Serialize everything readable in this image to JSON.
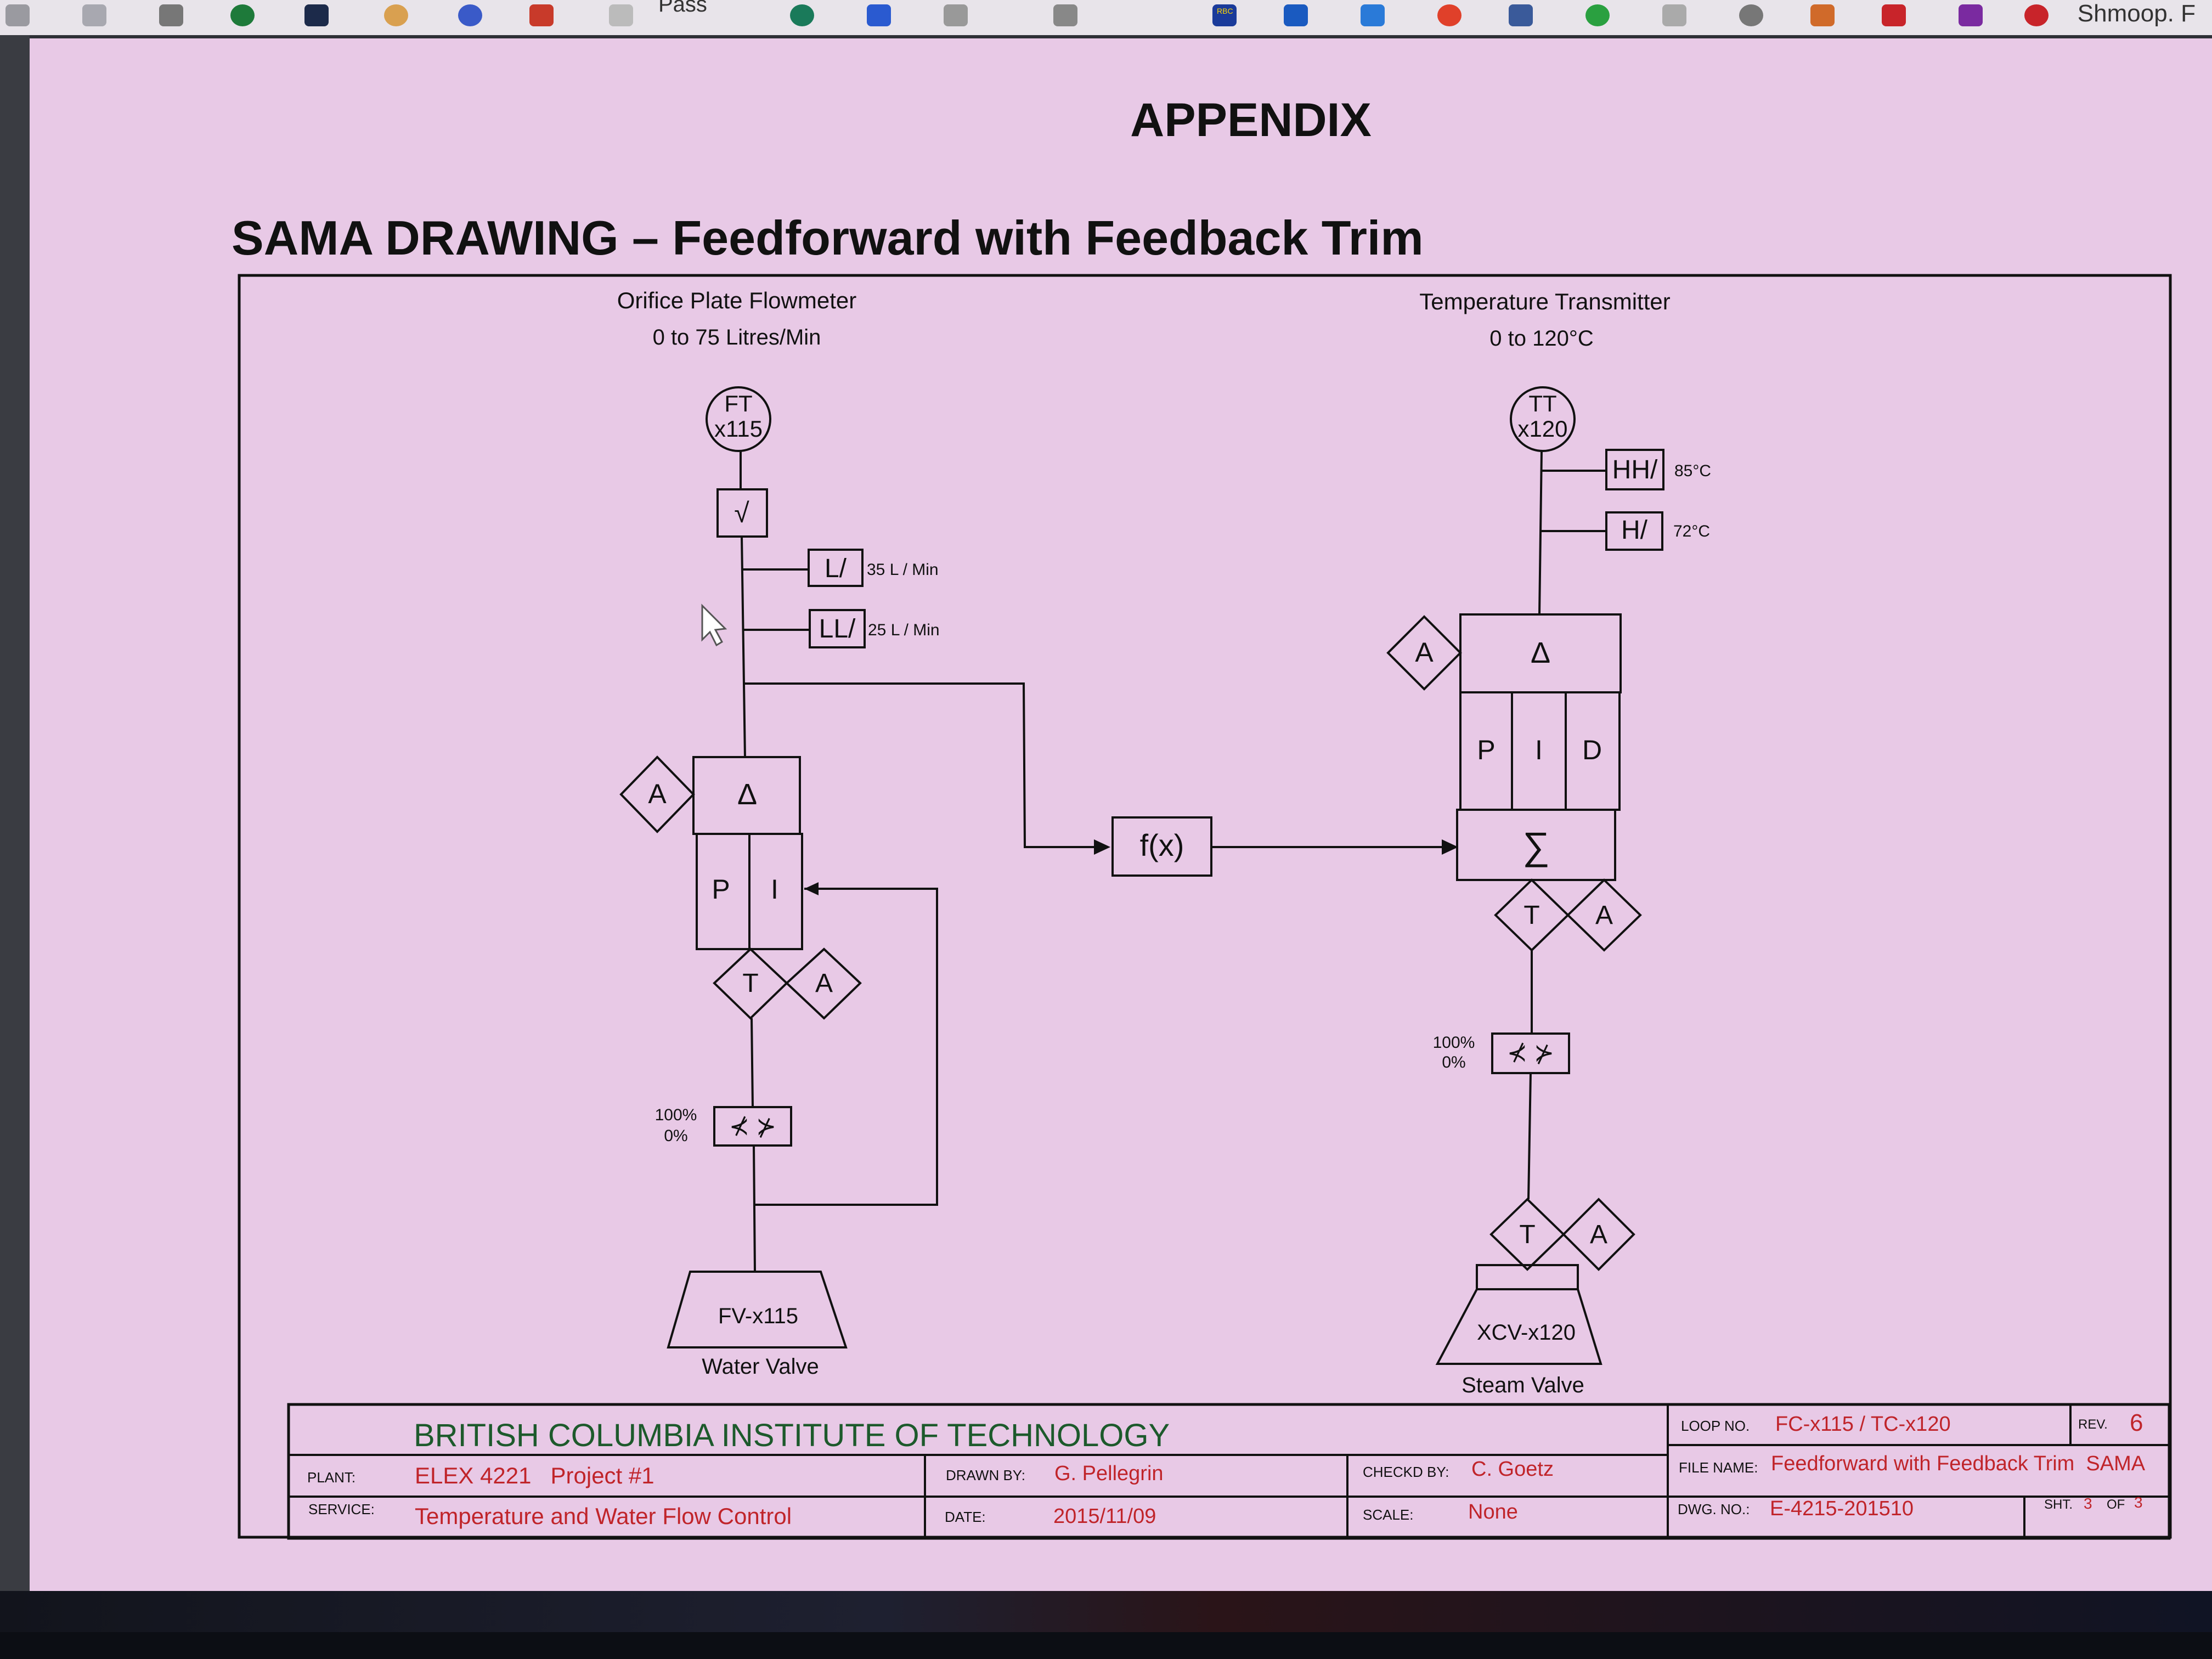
{
  "browser_toolbar": {
    "partial_text": "Shmoop. F",
    "icons": [
      "app-icon-1",
      "app-icon-2",
      "doc-icon",
      "app-icon-3",
      "app-icon-4",
      "app-icon-5",
      "chrome-icon",
      "app-icon-6",
      "doc-icon-2",
      "pass-label-icon",
      "app-icon-7",
      "app-icon-8",
      "app-icon-9",
      "app-icon-10",
      "app-icon-11",
      "rbc-icon",
      "app-icon-12",
      "app-icon-13",
      "app-icon-14",
      "facebook-icon",
      "whatsapp-icon",
      "app-icon-15",
      "apple-icon",
      "app-icon-16",
      "app-icon-17",
      "onenote-icon",
      "shmoop-icon"
    ],
    "pass_label": "Pass",
    "rbc_label": "RBC"
  },
  "page": {
    "heading": "APPENDIX",
    "title": "SAMA DRAWING – Feedforward with Feedback Trim"
  },
  "left_loop": {
    "instrument_title": "Orifice Plate Flowmeter",
    "instrument_range": "0 to 75 Litres/Min",
    "transmitter_tag_1": "FT",
    "transmitter_tag_2": "x115",
    "sqrt_symbol": "√",
    "low_alarm": "L/",
    "low_alarm_value": "35 L / Min",
    "lowlow_alarm": "LL/",
    "lowlow_alarm_value": "25 L / Min",
    "auto_label": "A",
    "delta_symbol": "Δ",
    "p_label": "P",
    "i_label": "I",
    "transfer_t": "T",
    "transfer_a": "A",
    "limit_high": "100%",
    "limit_low": "0%",
    "limiter_symbol": "⊀ ⊁",
    "valve_tag": "FV-x115",
    "valve_name": "Water Valve"
  },
  "function_block": {
    "label": "f(x)"
  },
  "right_loop": {
    "instrument_title": "Temperature Transmitter",
    "instrument_range": "0 to 120°C",
    "transmitter_tag_1": "TT",
    "transmitter_tag_2": "x120",
    "highhigh_alarm": "HH/",
    "highhigh_alarm_value": "85°C",
    "high_alarm": "H/",
    "high_alarm_value": "72°C",
    "auto_label": "A",
    "delta_symbol": "Δ",
    "p_label": "P",
    "i_label": "I",
    "d_label": "D",
    "sum_symbol": "∑",
    "transfer_t": "T",
    "transfer_a": "A",
    "limit_high": "100%",
    "limit_low": "0%",
    "limiter_symbol": "⊀ ⊁",
    "valve_transfer_t": "T",
    "valve_transfer_a": "A",
    "valve_tag": "XCV-x120",
    "valve_name": "Steam Valve"
  },
  "title_block": {
    "institution": "BRITISH COLUMBIA INSTITUTE OF TECHNOLOGY",
    "plant_label": "PLANT:",
    "plant_value": "ELEX 4221   Project #1",
    "service_label": "SERVICE:",
    "service_value": "Temperature and Water Flow Control",
    "drawn_by_label": "DRAWN BY:",
    "drawn_by_value": "G. Pellegrin",
    "date_label": "DATE:",
    "date_value": "2015/11/09",
    "checked_by_label": "CHECKD BY:",
    "checked_by_value": "C. Goetz",
    "scale_label": "SCALE:",
    "scale_value": "None",
    "loop_no_label": "LOOP NO.",
    "loop_no_value": "FC-x115 / TC-x120",
    "rev_label": "REV.",
    "rev_value": "6",
    "file_name_label": "FILE NAME:",
    "file_name_value": "Feedforward with Feedback Trim  SAMA",
    "dwg_no_label": "DWG. NO.:",
    "dwg_no_value": "E-4215-201510",
    "sheet_label": "SHT.",
    "sheet_value": "3",
    "of_label": "OF",
    "of_value": "3"
  },
  "colors": {
    "page": "#e8c9e6",
    "ink": "#111111",
    "institution_green": "#1d5a2c",
    "title_block_red": "#c0242a"
  }
}
